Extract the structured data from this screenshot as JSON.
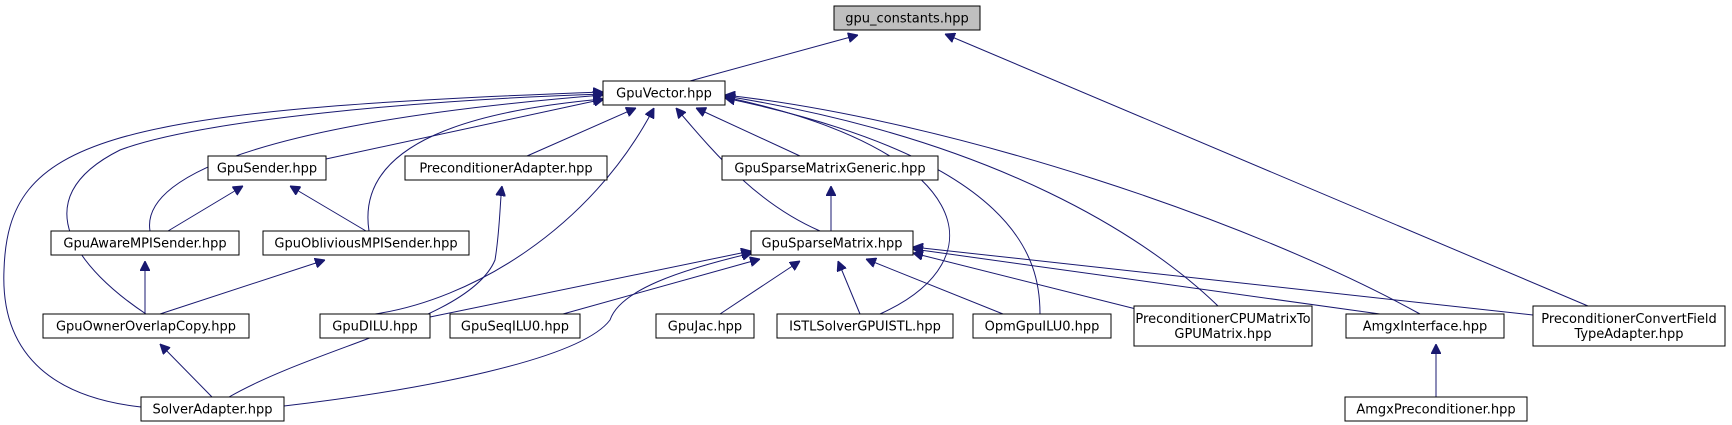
{
  "graph": {
    "edge_color": "#191970",
    "root_fill": "#bfbfbf",
    "node_fill": "#ffffff",
    "nodes": [
      {
        "id": "gpu_constants",
        "lines": [
          "gpu_constants.hpp"
        ]
      },
      {
        "id": "gpuvector",
        "lines": [
          "GpuVector.hpp"
        ]
      },
      {
        "id": "gpusender",
        "lines": [
          "GpuSender.hpp"
        ]
      },
      {
        "id": "precondadapter",
        "lines": [
          "PreconditionerAdapter.hpp"
        ]
      },
      {
        "id": "sparsegeneric",
        "lines": [
          "GpuSparseMatrixGeneric.hpp"
        ]
      },
      {
        "id": "awarempi",
        "lines": [
          "GpuAwareMPISender.hpp"
        ]
      },
      {
        "id": "obliviousmpi",
        "lines": [
          "GpuObliviousMPISender.hpp"
        ]
      },
      {
        "id": "sparsematrix",
        "lines": [
          "GpuSparseMatrix.hpp"
        ]
      },
      {
        "id": "owneroverlap",
        "lines": [
          "GpuOwnerOverlapCopy.hpp"
        ]
      },
      {
        "id": "dilu",
        "lines": [
          "GpuDILU.hpp"
        ]
      },
      {
        "id": "seqilu0",
        "lines": [
          "GpuSeqILU0.hpp"
        ]
      },
      {
        "id": "gpujac",
        "lines": [
          "GpuJac.hpp"
        ]
      },
      {
        "id": "istlsolver",
        "lines": [
          "ISTLSolverGPUISTL.hpp"
        ]
      },
      {
        "id": "opmilu0",
        "lines": [
          "OpmGpuILU0.hpp"
        ]
      },
      {
        "id": "cpumatrix",
        "lines": [
          "PreconditionerCPUMatrixTo",
          "GPUMatrix.hpp"
        ]
      },
      {
        "id": "amgxinterface",
        "lines": [
          "AmgxInterface.hpp"
        ]
      },
      {
        "id": "convertfield",
        "lines": [
          "PreconditionerConvertField",
          "TypeAdapter.hpp"
        ]
      },
      {
        "id": "solveradapter",
        "lines": [
          "SolverAdapter.hpp"
        ]
      },
      {
        "id": "amgxprecond",
        "lines": [
          "AmgxPreconditioner.hpp"
        ]
      }
    ],
    "edges": [
      {
        "from": "gpuvector",
        "to": "gpu_constants"
      },
      {
        "from": "convertfield",
        "to": "gpu_constants"
      },
      {
        "from": "gpusender",
        "to": "gpuvector"
      },
      {
        "from": "precondadapter",
        "to": "gpuvector"
      },
      {
        "from": "sparsegeneric",
        "to": "gpuvector"
      },
      {
        "from": "sparsematrix",
        "to": "gpuvector"
      },
      {
        "from": "awarempi",
        "to": "gpuvector"
      },
      {
        "from": "obliviousmpi",
        "to": "gpuvector"
      },
      {
        "from": "owneroverlap",
        "to": "gpuvector"
      },
      {
        "from": "solveradapter",
        "to": "gpuvector"
      },
      {
        "from": "dilu",
        "to": "gpuvector"
      },
      {
        "from": "istlsolver",
        "to": "gpuvector"
      },
      {
        "from": "opmilu0",
        "to": "gpuvector"
      },
      {
        "from": "cpumatrix",
        "to": "gpuvector"
      },
      {
        "from": "amgxinterface",
        "to": "gpuvector"
      },
      {
        "from": "awarempi",
        "to": "gpusender"
      },
      {
        "from": "obliviousmpi",
        "to": "gpusender"
      },
      {
        "from": "solveradapter",
        "to": "precondadapter"
      },
      {
        "from": "sparsematrix",
        "to": "sparsegeneric"
      },
      {
        "from": "owneroverlap",
        "to": "awarempi"
      },
      {
        "from": "owneroverlap",
        "to": "obliviousmpi"
      },
      {
        "from": "solveradapter",
        "to": "owneroverlap"
      },
      {
        "from": "dilu",
        "to": "sparsematrix"
      },
      {
        "from": "seqilu0",
        "to": "sparsematrix"
      },
      {
        "from": "gpujac",
        "to": "sparsematrix"
      },
      {
        "from": "istlsolver",
        "to": "sparsematrix"
      },
      {
        "from": "opmilu0",
        "to": "sparsematrix"
      },
      {
        "from": "cpumatrix",
        "to": "sparsematrix"
      },
      {
        "from": "amgxinterface",
        "to": "sparsematrix"
      },
      {
        "from": "convertfield",
        "to": "sparsematrix"
      },
      {
        "from": "solveradapter",
        "to": "sparsematrix"
      },
      {
        "from": "amgxprecond",
        "to": "amgxinterface"
      }
    ]
  }
}
